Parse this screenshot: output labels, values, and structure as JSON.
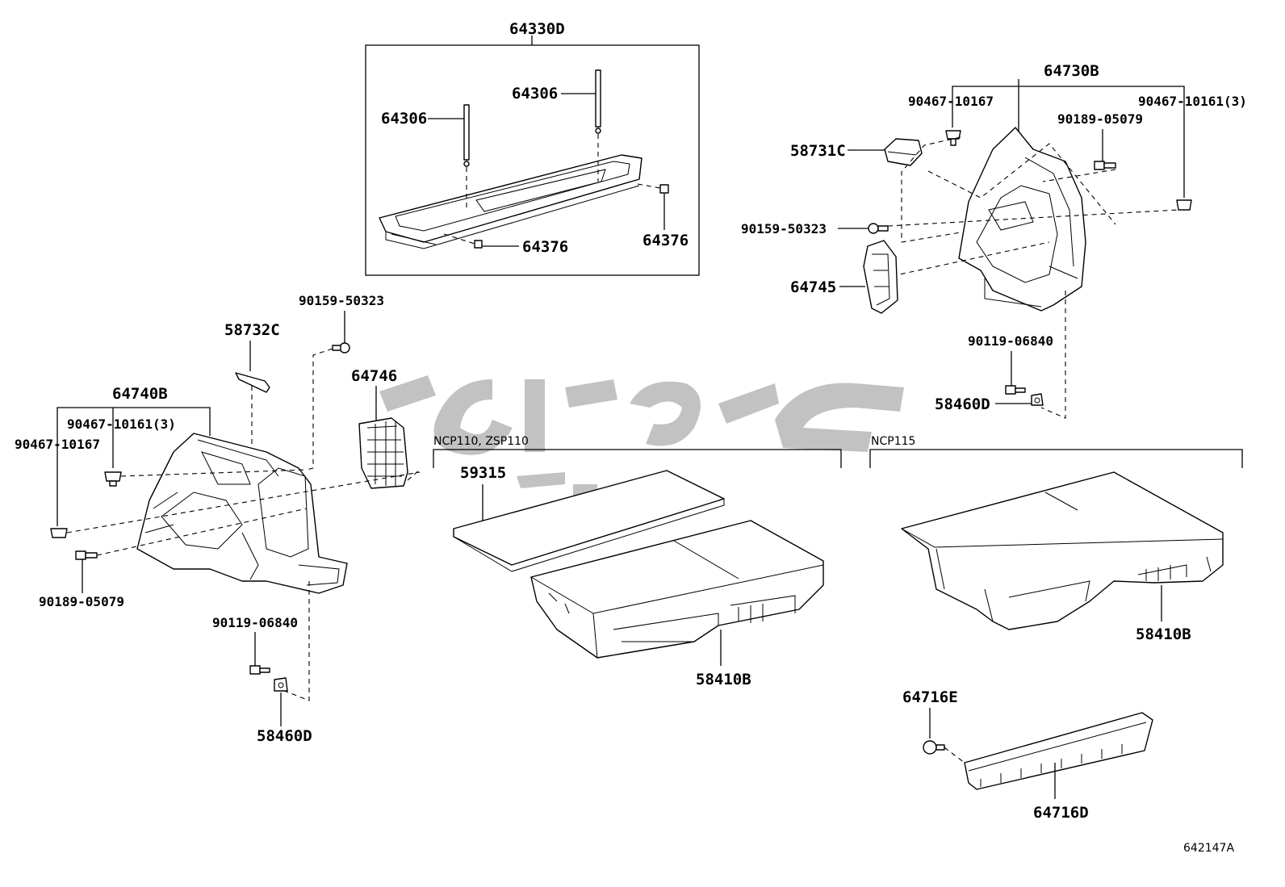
{
  "diagram": {
    "code": "642147A",
    "variants": {
      "left": "NCP110, ZSP110",
      "right": "NCP115"
    },
    "callouts": {
      "p64330D": "64330D",
      "p64306a": "64306",
      "p64306b": "64306",
      "p64376a": "64376",
      "p64376b": "64376",
      "p64730B": "64730B",
      "p90467_10167_r": "90467-10167",
      "p90467_10161_r": "90467-10161(3)",
      "p90189_05079_r": "90189-05079",
      "p58731C": "58731C",
      "p90159_50323_r": "90159-50323",
      "p64745": "64745",
      "p90119_06840_r": "90119-06840",
      "p58460D_r": "58460D",
      "p90159_50323_l": "90159-50323",
      "p58732C": "58732C",
      "p64746": "64746",
      "p64740B": "64740B",
      "p90467_10161_l": "90467-10161(3)",
      "p90467_10167_l": "90467-10167",
      "p90189_05079_l": "90189-05079",
      "p90119_06840_l": "90119-06840",
      "p58460D_l": "58460D",
      "p59315": "59315",
      "p58410B_a": "58410B",
      "p58410B_b": "58410B",
      "p64716E": "64716E",
      "p64716D": "64716D"
    }
  }
}
